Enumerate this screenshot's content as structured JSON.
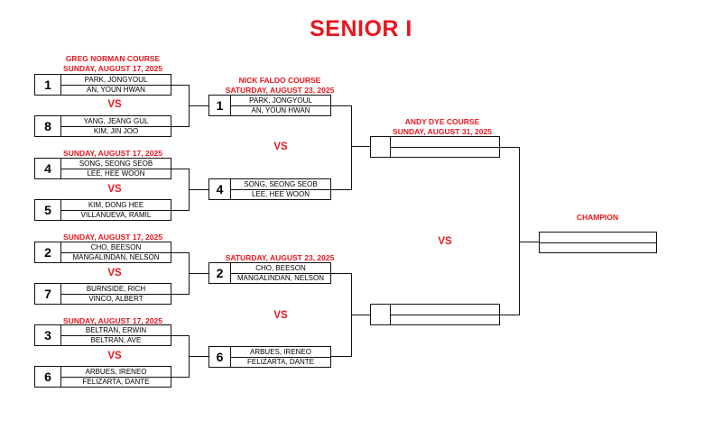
{
  "title": "SENIOR I",
  "headers": {
    "r1_course": "GREG NORMAN COURSE",
    "r1_date_1": "SUNDAY, AUGUST 17, 2025",
    "r1_date_2": "SUNDAY, AUGUST 17, 2025",
    "r1_date_3": "SUNDAY, AUGUST 17, 2025",
    "r1_date_4": "SUNDAY, AUGUST 17, 2025",
    "r2_course": "NICK FALDO COURSE",
    "r2_date_1": "SATURDAY, AUGUST 23, 2025",
    "r2_date_2": "SATURDAY, AUGUST 23, 2025",
    "r3_course": "ANDY DYE COURSE",
    "r3_date": "SUNDAY, AUGUST 31, 2025",
    "champion": "CHAMPION"
  },
  "vs": "VS",
  "round1": [
    {
      "seed": "1",
      "p1": "PARK, JONGYOUL",
      "p2": "AN, YOUN HWAN"
    },
    {
      "seed": "8",
      "p1": "YANG, JEANG GUL",
      "p2": "KIM, JIN JOO"
    },
    {
      "seed": "4",
      "p1": "SONG, SEONG SEOB",
      "p2": "LEE, HEE WOON"
    },
    {
      "seed": "5",
      "p1": "KIM, DONG HEE",
      "p2": "VILLANUEVA, RAMIL"
    },
    {
      "seed": "2",
      "p1": "CHO, BEESON",
      "p2": "MANGALINDAN, NELSON"
    },
    {
      "seed": "7",
      "p1": "BURNSIDE, RICH",
      "p2": "VINCO, ALBERT"
    },
    {
      "seed": "3",
      "p1": "BELTRAN, ERWIN",
      "p2": "BELTRAN, AVE"
    },
    {
      "seed": "6",
      "p1": "ARBUES, IRENEO",
      "p2": "FELIZARTA, DANTE"
    }
  ],
  "round2": [
    {
      "seed": "1",
      "p1": "PARK, JONGYOUL",
      "p2": "AN, YOUN HWAN"
    },
    {
      "seed": "4",
      "p1": "SONG, SEONG SEOB",
      "p2": "LEE, HEE WOON"
    },
    {
      "seed": "2",
      "p1": "CHO, BEESON",
      "p2": "MANGALINDAN, NELSON"
    },
    {
      "seed": "6",
      "p1": "ARBUES, IRENEO",
      "p2": "FELIZARTA, DANTE"
    }
  ],
  "round3": [
    {
      "seed": "",
      "p1": "",
      "p2": ""
    },
    {
      "seed": "",
      "p1": "",
      "p2": ""
    }
  ],
  "champion_box": {
    "p1": "",
    "p2": ""
  }
}
